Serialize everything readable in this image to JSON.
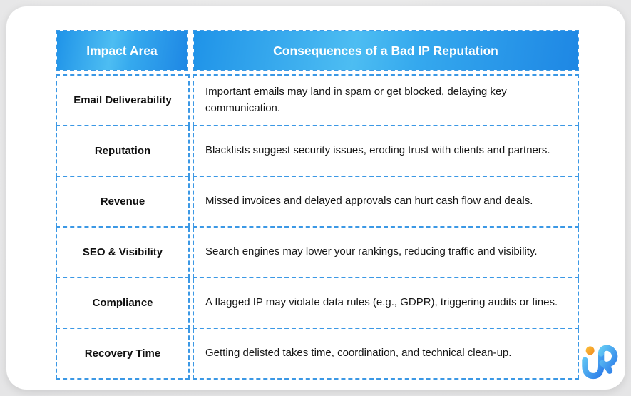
{
  "table": {
    "headers": [
      {
        "label": "Impact Area"
      },
      {
        "label": "Consequences of a Bad IP Reputation"
      }
    ],
    "rows": [
      {
        "impact_area": "Email Deliverability",
        "consequence": "Important emails may land in spam or get blocked, delaying key communication."
      },
      {
        "impact_area": "Reputation",
        "consequence": "Blacklists suggest security issues, eroding trust with clients and partners."
      },
      {
        "impact_area": "Revenue",
        "consequence": "Missed invoices and delayed approvals can hurt cash flow and deals."
      },
      {
        "impact_area": "SEO & Visibility",
        "consequence": "Search engines may lower your rankings, reducing traffic and visibility."
      },
      {
        "impact_area": "Compliance",
        "consequence": "A flagged IP may violate data rules (e.g., GDPR), triggering audits or fines."
      },
      {
        "impact_area": "Recovery Time",
        "consequence": "Getting delisted takes time, coordination, and technical clean-up."
      }
    ],
    "colors": {
      "dashed_border": "#3b98e5",
      "header_gradient_light": "#4dbdf2",
      "header_gradient_dark": "#1e87e4",
      "header_text": "#ffffff",
      "body_text": "#161616"
    }
  },
  "logo": {
    "name": "iP",
    "colors": {
      "blue_light": "#63c8f4",
      "blue_dark": "#2d7ee9",
      "orange": "#f7a61f"
    }
  }
}
